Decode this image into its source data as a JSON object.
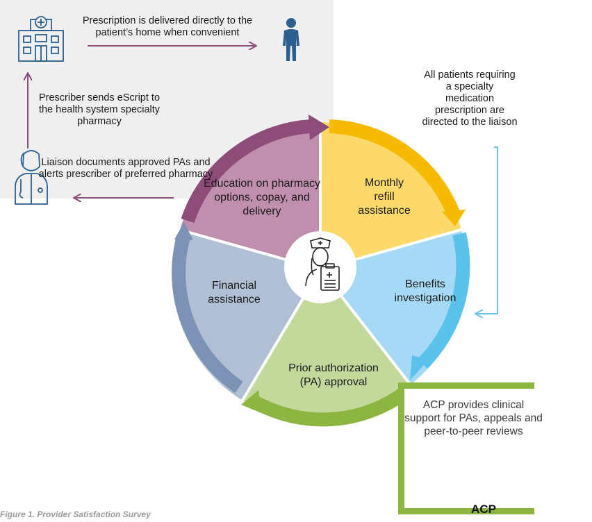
{
  "flow": {
    "delivery_text": "Prescription is delivered directly to the patient’s home when convenient",
    "prescriber_text": "Prescriber sends eScript to the health system specialty pharmacy",
    "liaison_text": "Liaison documents approved PAs and alerts prescriber of preferred pharmacy",
    "directed_text": "All patients requiring a specialty medication prescription are directed to the liaison"
  },
  "cycle": {
    "segments": [
      {
        "label": "Education on pharmacy options, copay, and delivery",
        "color": "#c08fae",
        "arrow_color": "#8e4d78"
      },
      {
        "label": "Monthly refill assistance",
        "color": "#fdd96b",
        "arrow_color": "#f6bb00"
      },
      {
        "label": "Benefits investigation",
        "color": "#a6d9f5",
        "arrow_color": "#5bc2ec"
      },
      {
        "label": "Prior authorization (PA) approval",
        "color": "#c3d99b",
        "arrow_color": "#8db542"
      },
      {
        "label": "Financial assistance",
        "color": "#b0bfd3",
        "arrow_color": "#7c93b5"
      }
    ]
  },
  "acp": {
    "text": "ACP provides clinical support for PAs, appeals and peer-to-peer reviews",
    "badge": "ACP"
  },
  "caption": "Figure 1. Provider Satisfaction Survey",
  "icons": [
    "hospital-icon",
    "patient-icon",
    "doctor-icon",
    "nurse-clipboard-icon",
    "acp-pharmacist-icon"
  ]
}
